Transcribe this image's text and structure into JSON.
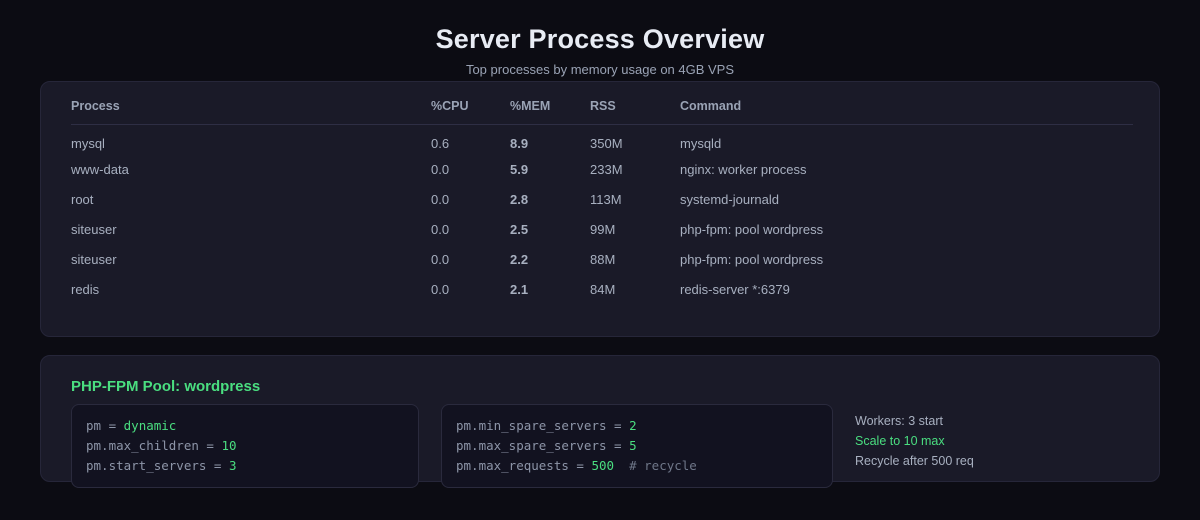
{
  "header": {
    "title": "Server Process Overview",
    "subtitle": "Top processes by memory usage on 4GB VPS"
  },
  "colors": {
    "background": "#0c0c13",
    "panel": "#1a1a28",
    "accent_green": "#4ade80",
    "accent_blue": "#5b8fd9",
    "accent_purple": "#a086dd",
    "text_muted": "#9aa3b5"
  },
  "process_table": {
    "columns": [
      "Process",
      "%CPU",
      "%MEM",
      "RSS",
      "Command"
    ],
    "rows": [
      {
        "process": "mysql",
        "process_color": "blue",
        "cpu": "0.6",
        "mem": "8.9",
        "mem_color": "blue",
        "rss": "350M",
        "command": "mysqld",
        "command_color": "blue"
      },
      {
        "process": "www-data",
        "process_color": "gray",
        "cpu": "0.0",
        "mem": "5.9",
        "mem_color": "blue",
        "rss": "233M",
        "command": "nginx: worker process",
        "command_color": "gray"
      },
      {
        "process": "root",
        "process_color": "gray",
        "cpu": "0.0",
        "mem": "2.8",
        "mem_color": "white",
        "rss": "113M",
        "command": "systemd-journald",
        "command_color": "gray"
      },
      {
        "process": "siteuser",
        "process_color": "green",
        "cpu": "0.0",
        "mem": "2.5",
        "mem_color": "white",
        "rss": "99M",
        "command": "php-fpm: pool wordpress",
        "command_color": "green"
      },
      {
        "process": "siteuser",
        "process_color": "green",
        "cpu": "0.0",
        "mem": "2.2",
        "mem_color": "white",
        "rss": "88M",
        "command": "php-fpm: pool wordpress",
        "command_color": "green"
      },
      {
        "process": "redis",
        "process_color": "purple",
        "cpu": "0.0",
        "mem": "2.1",
        "mem_color": "white",
        "rss": "84M",
        "command": "redis-server *:6379",
        "command_color": "purple"
      }
    ]
  },
  "pool": {
    "title": "PHP-FPM Pool: wordpress",
    "config_left": [
      {
        "key": "pm = ",
        "value": "dynamic",
        "comment": ""
      },
      {
        "key": "pm.max_children = ",
        "value": "10",
        "comment": ""
      },
      {
        "key": "pm.start_servers = ",
        "value": "3",
        "comment": ""
      }
    ],
    "config_right": [
      {
        "key": "pm.min_spare_servers = ",
        "value": "2",
        "comment": ""
      },
      {
        "key": "pm.max_spare_servers = ",
        "value": "5",
        "comment": ""
      },
      {
        "key": "pm.max_requests = ",
        "value": "500",
        "comment": "  # recycle"
      }
    ],
    "notes": [
      {
        "text": "Workers: 3 start",
        "accent": false
      },
      {
        "text": "Scale to 10 max",
        "accent": true
      },
      {
        "text": "Recycle after 500 req",
        "accent": false
      }
    ]
  }
}
